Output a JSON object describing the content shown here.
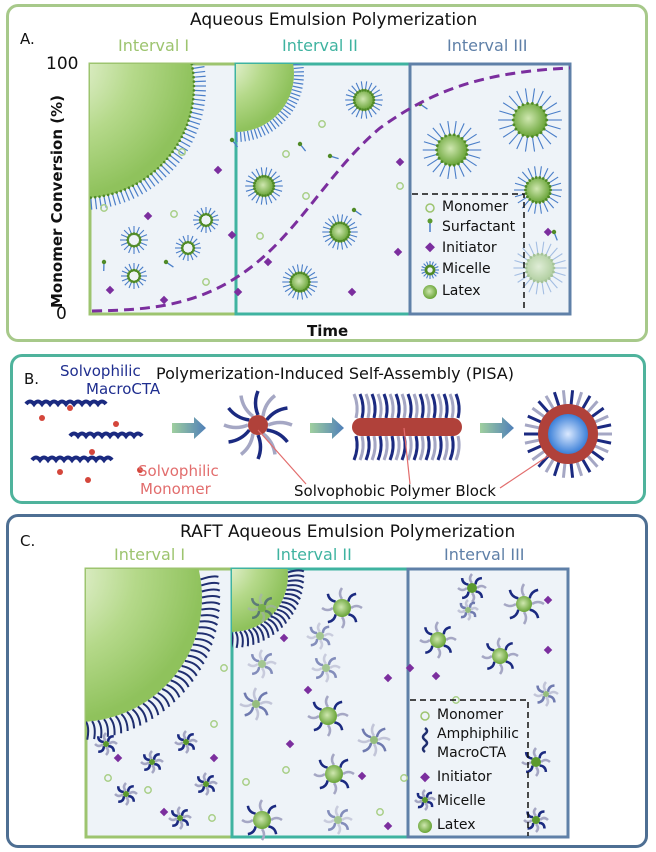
{
  "panelA": {
    "letter": "A.",
    "title": "Aqueous Emulsion Polymerization",
    "intervals": [
      "Interval I",
      "Interval II",
      "Interval III"
    ],
    "ylabel": "Monomer Conversion (%)",
    "y_top": "100",
    "y_bottom": "0",
    "xlabel": "Time",
    "legend": [
      "Monomer",
      "Surfactant",
      "Initiator",
      "Micelle",
      "Latex"
    ]
  },
  "panelB": {
    "letter": "B.",
    "title": "Polymerization-Induced Self-Assembly (PISA)",
    "macrocta_line1": "Solvophilic",
    "macrocta_line2": "MacroCTA",
    "monomer_line1": "Solvophilic",
    "monomer_line2": "Monomer",
    "block_label": "Solvophobic Polymer Block"
  },
  "panelC": {
    "letter": "C.",
    "title": "RAFT Aqueous Emulsion Polymerization",
    "intervals": [
      "Interval I",
      "Interval II",
      "Interval III"
    ],
    "legend_monomer": "Monomer",
    "legend_amph1": "Amphiphilic",
    "legend_amph2": "MacroCTA",
    "legend_initiator": "Initiator",
    "legend_micelle": "Micelle",
    "legend_latex": "Latex"
  },
  "colors": {
    "interval1": "#9dc46f",
    "interval2": "#3fb3a0",
    "interval3": "#5f80a8",
    "curve": "#7b2e9e",
    "latex": "#6fa83c",
    "panelA": "#a7c98a",
    "panelB": "#4fb39c",
    "panelC": "#4e6f93",
    "solvophilic_text": "#1f2e8f",
    "monomer_text": "#e26d6d"
  }
}
